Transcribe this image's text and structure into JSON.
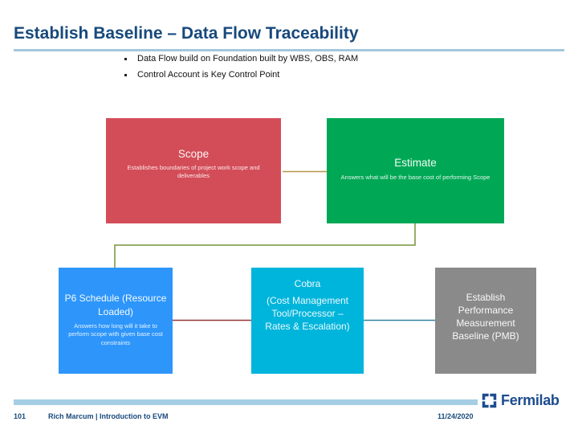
{
  "slide": {
    "title": "Establish Baseline – Data Flow Traceability",
    "bullets": [
      "Data Flow build on Foundation built by WBS, OBS, RAM",
      "Control Account is Key Control Point"
    ]
  },
  "diagram": {
    "boxes": {
      "scope": {
        "title": "Scope",
        "description": "Establishes boundaries of project work scope and deliverables",
        "color": "#d34d58"
      },
      "estimate": {
        "title": "Estimate",
        "description": "Answers what will be the base cost of performing Scope",
        "color": "#00a855"
      },
      "p6": {
        "title": "P6 Schedule (Resource Loaded)",
        "description": "Answers how long will it take to perform scope with given base cost constraints",
        "color": "#2e96fb"
      },
      "cobra": {
        "title": "Cobra",
        "description": "(Cost Management Tool/Processor – Rates & Escalation)",
        "color": "#00b5dc"
      },
      "pmb": {
        "title": "Establish Performance Measurement Baseline (PMB)",
        "color": "#8a8a8a"
      }
    },
    "connector_colors": {
      "scope_to_estimate": "#b8954a",
      "estimate_to_p6": "#76923c",
      "p6_to_cobra": "#943634",
      "cobra_to_pmb": "#31849b"
    }
  },
  "footer": {
    "page_number": "101",
    "credit": "Rich Marcum | Introduction to EVM",
    "date": "11/24/2020",
    "logo_text": "Fermilab",
    "logo_color": "#1c4c8f",
    "bar_color": "#a5cee4"
  }
}
